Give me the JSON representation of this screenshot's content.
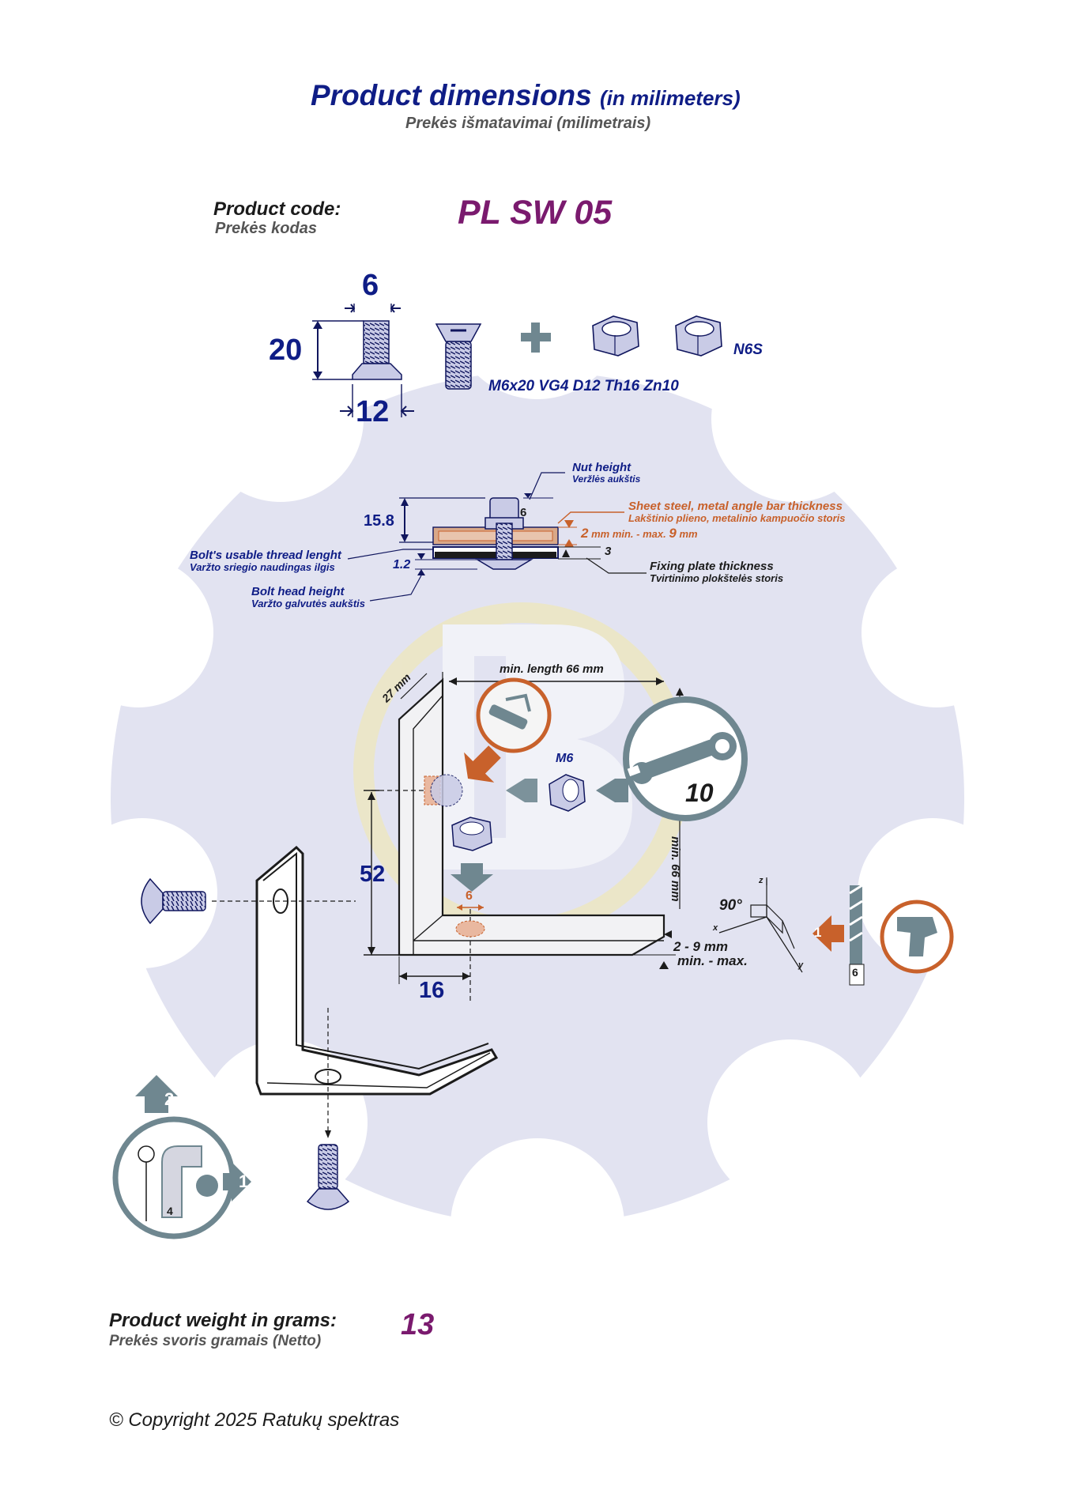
{
  "header": {
    "title": "Product dimensions",
    "title_unit": "(in milimeters)",
    "subtitle": "Prekės išmatavimai (milimetrais)"
  },
  "product_code": {
    "label": "Product code:",
    "label_lt": "Prekės kodas",
    "value": "PL SW 05"
  },
  "screw_dimensions": {
    "diameter": "6",
    "length": "20",
    "head_diameter": "12",
    "screw_spec": "M6x20 VG4 D12 Th16 Zn10",
    "nut_spec": "N6S"
  },
  "cross_section": {
    "nut_height_en": "Nut height",
    "nut_height_lt": "Veržlės aukštis",
    "nut_height_value": "6",
    "total_height": "15.8",
    "sheet_en": "Sheet steel, metal angle bar thickness",
    "sheet_lt": "Lakštinio plieno, metalinio kampuočio storis",
    "sheet_range_min": "2",
    "sheet_range_text": "mm min. - max.",
    "sheet_range_max": "9",
    "sheet_range_unit": "mm",
    "plate_value": "3",
    "plate_en": "Fixing plate thickness",
    "plate_lt": "Tvirtinimo plokštelės storis",
    "thread_en": "Bolt's usable thread lenght",
    "thread_lt": "Varžto sriegio naudingas ilgis",
    "head_value": "1.2",
    "head_en": "Bolt head height",
    "head_lt": "Varžto galvutės aukštis"
  },
  "angle_bar": {
    "min_length": "min. length 66 mm",
    "width": "27 mm",
    "nut_label": "M6",
    "wrench_size": "10",
    "min_height": "min. 66 mm",
    "height": "52",
    "hole_size": "6",
    "angle": "90°",
    "axis_x": "x",
    "axis_y": "y",
    "axis_z": "z",
    "thickness_range": "2 - 9 mm",
    "thickness_note": "min. - max.",
    "offset": "16",
    "step_one": "1",
    "drill_size": "6"
  },
  "hex_key": {
    "step_two": "2",
    "step_one": "1",
    "key_size": "4"
  },
  "weight": {
    "label": "Product weight in grams:",
    "label_lt": "Prekės svoris gramais (Netto)",
    "value": "13"
  },
  "footer": {
    "copyright": "© Copyright 2025 Ratukų spektras"
  },
  "colors": {
    "navy": "#0f1d86",
    "purple": "#7a1a6e",
    "orange": "#c8612b",
    "background_gear": "#e2e3f1",
    "arrow_grey": "#6f8790"
  }
}
